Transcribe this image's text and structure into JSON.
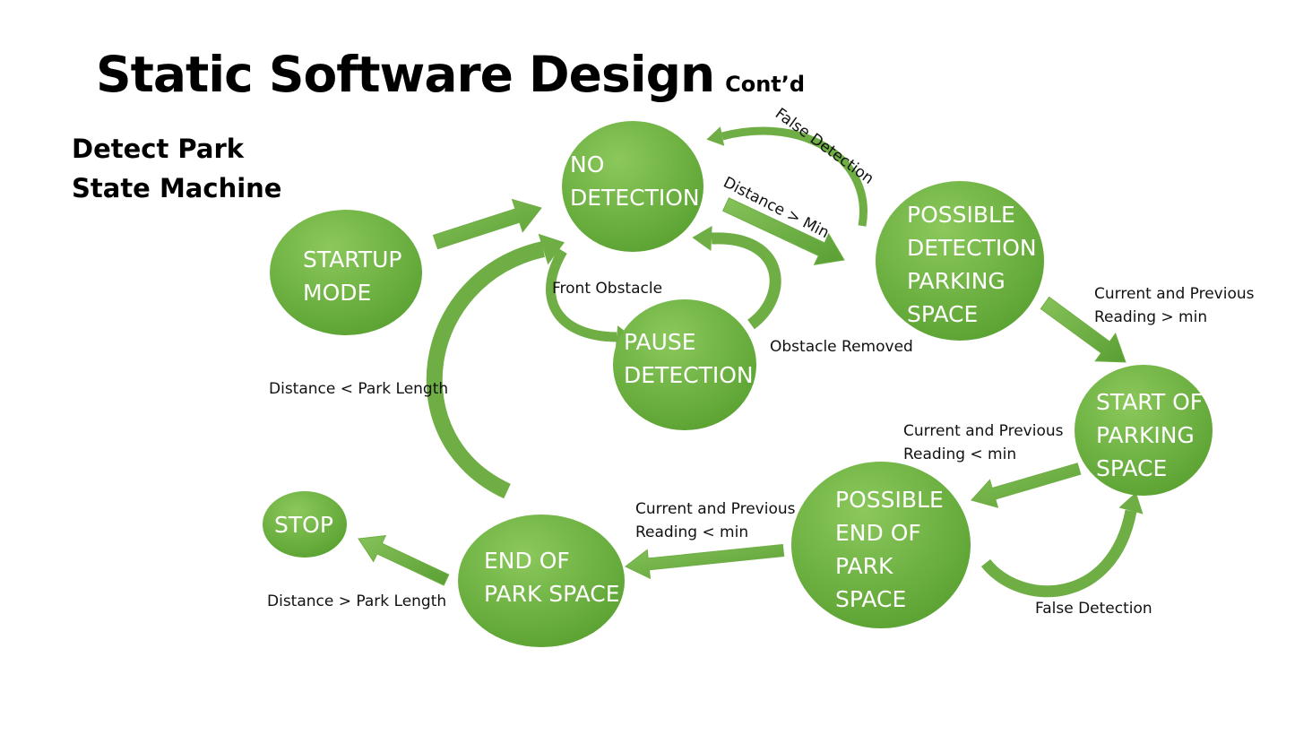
{
  "title": "Static Software Design",
  "title_suffix": "Cont’d",
  "subtitle_lines": [
    "Detect Park",
    "State Machine"
  ],
  "colors": {
    "node_fill": "#6aad3f",
    "node_fill_light": "#8cc85c",
    "node_fill_dark": "#4f9a2c",
    "arrow_fill": "#6fae45",
    "node_text": "#ffffff"
  },
  "nodes": [
    {
      "id": "startup",
      "lines": [
        "STARTUP",
        "MODE"
      ]
    },
    {
      "id": "no-detection",
      "lines": [
        "NO",
        "DETECTION"
      ]
    },
    {
      "id": "pause",
      "lines": [
        "PAUSE",
        "DETECTION"
      ]
    },
    {
      "id": "possible-detection",
      "lines": [
        "POSSIBLE",
        "DETECTION",
        "PARKING",
        "SPACE"
      ]
    },
    {
      "id": "start-of-parking",
      "lines": [
        "START OF",
        "PARKING",
        "SPACE"
      ]
    },
    {
      "id": "possible-end",
      "lines": [
        "POSSIBLE",
        "END OF",
        "PARK",
        "SPACE"
      ]
    },
    {
      "id": "end-of-park",
      "lines": [
        "END OF",
        "PARK SPACE"
      ]
    },
    {
      "id": "stop",
      "lines": [
        "STOP"
      ]
    }
  ],
  "edges": [
    {
      "from": "startup",
      "to": "no-detection",
      "label_lines": []
    },
    {
      "from": "possible-detection",
      "to": "no-detection",
      "label_lines": [
        "False Detection"
      ]
    },
    {
      "from": "no-detection",
      "to": "possible-detection",
      "label_lines": [
        "Distance > Min"
      ]
    },
    {
      "from": "no-detection",
      "to": "pause",
      "label_lines": [
        "Front Obstacle"
      ]
    },
    {
      "from": "pause",
      "to": "no-detection",
      "label_lines": [
        "Obstacle Removed"
      ]
    },
    {
      "from": "possible-detection",
      "to": "start-of-parking",
      "label_lines": [
        "Current and Previous",
        "Reading > min"
      ]
    },
    {
      "from": "start-of-parking",
      "to": "possible-end",
      "label_lines": [
        "Current and Previous",
        "Reading < min"
      ]
    },
    {
      "from": "possible-end",
      "to": "start-of-parking",
      "label_lines": [
        "False Detection"
      ]
    },
    {
      "from": "possible-end",
      "to": "end-of-park",
      "label_lines": [
        "Current and Previous",
        "Reading < min"
      ]
    },
    {
      "from": "end-of-park",
      "to": "no-detection",
      "label_lines": [
        "Distance < Park Length"
      ]
    },
    {
      "from": "end-of-park",
      "to": "stop",
      "label_lines": [
        "Distance > Park Length"
      ]
    }
  ]
}
